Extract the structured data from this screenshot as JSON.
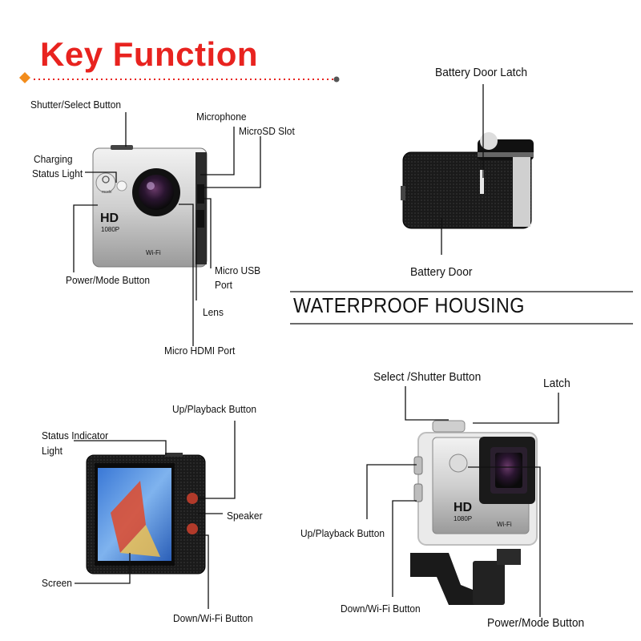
{
  "title": "Key Function",
  "section_title": "WATERPROOF HOUSING",
  "camera_front": {
    "badge_hd": "HD",
    "badge_res": "1080P",
    "badge_wifi": "Wi-Fi",
    "button_text": "mode",
    "labels": {
      "shutter": "Shutter/Select Button",
      "charging_1": "Charging",
      "charging_2": "Status Light",
      "power": "Power/Mode Button",
      "microphone": "Microphone",
      "microsd": "MicroSD Slot",
      "usb_1": "Micro USB",
      "usb_2": "Port",
      "lens": "Lens",
      "hdmi": "Micro HDMI Port"
    }
  },
  "camera_top": {
    "labels": {
      "latch": "Battery Door Latch",
      "door": "Battery Door"
    }
  },
  "camera_back": {
    "labels": {
      "status_1": "Status Indicator",
      "status_2": "Light",
      "screen": "Screen",
      "up": "Up/Playback Button",
      "speaker": "Speaker",
      "down": "Down/Wi-Fi Button"
    }
  },
  "housing": {
    "badge_hd": "HD",
    "badge_res": "1080P",
    "badge_wifi": "Wi-Fi",
    "labels": {
      "select": "Select /Shutter Button",
      "latch": "Latch",
      "up": "Up/Playback Button",
      "down": "Down/Wi-Fi Button",
      "power": "Power/Mode Button"
    }
  },
  "colors": {
    "accent_red": "#e8231f",
    "diamond_orange": "#f28c1c",
    "camera_silver": "#d9d9d9",
    "camera_black": "#1c1c1c"
  }
}
